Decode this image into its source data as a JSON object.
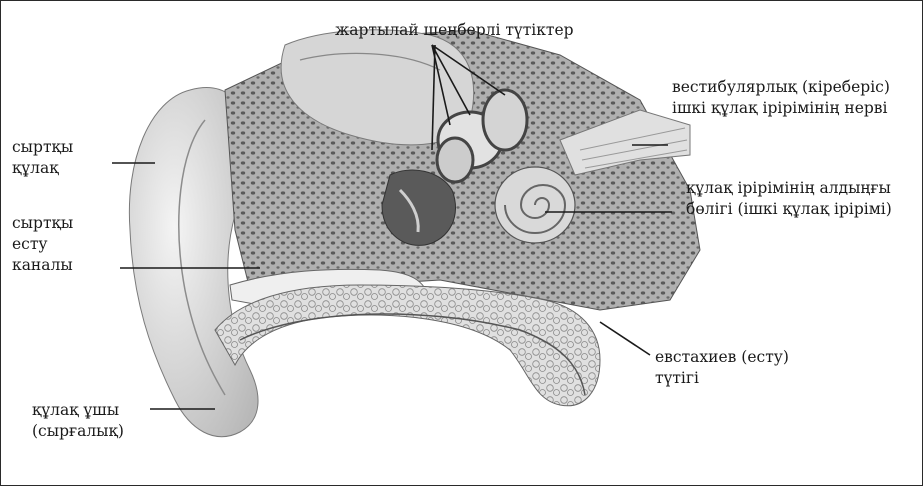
{
  "labels": {
    "semicircular": "жартылай шеңберлі түтіктер",
    "vestibular_nerve": [
      "вестибулярлық (кіреберіс)",
      "ішкі құлақ ірірімінің нерві"
    ],
    "outer_ear": [
      "сыртқы",
      "құлақ"
    ],
    "vestibule": [
      "құлақ ірірімінің алдыңғы",
      "бөлігі (ішкі құлақ ірірімі)"
    ],
    "ear_canal": [
      "сыртқы",
      "есту",
      "каналы"
    ],
    "eustachian": [
      "евстахиев (есту)",
      "түтігі"
    ],
    "earlobe": [
      "құлақ ұшы",
      "(сырғалық)"
    ]
  },
  "colors": {
    "bone": "#b4b4b4",
    "tissue": "#d8d8d8",
    "ear": "#e6e6e6",
    "line": "#1a1a1a"
  }
}
